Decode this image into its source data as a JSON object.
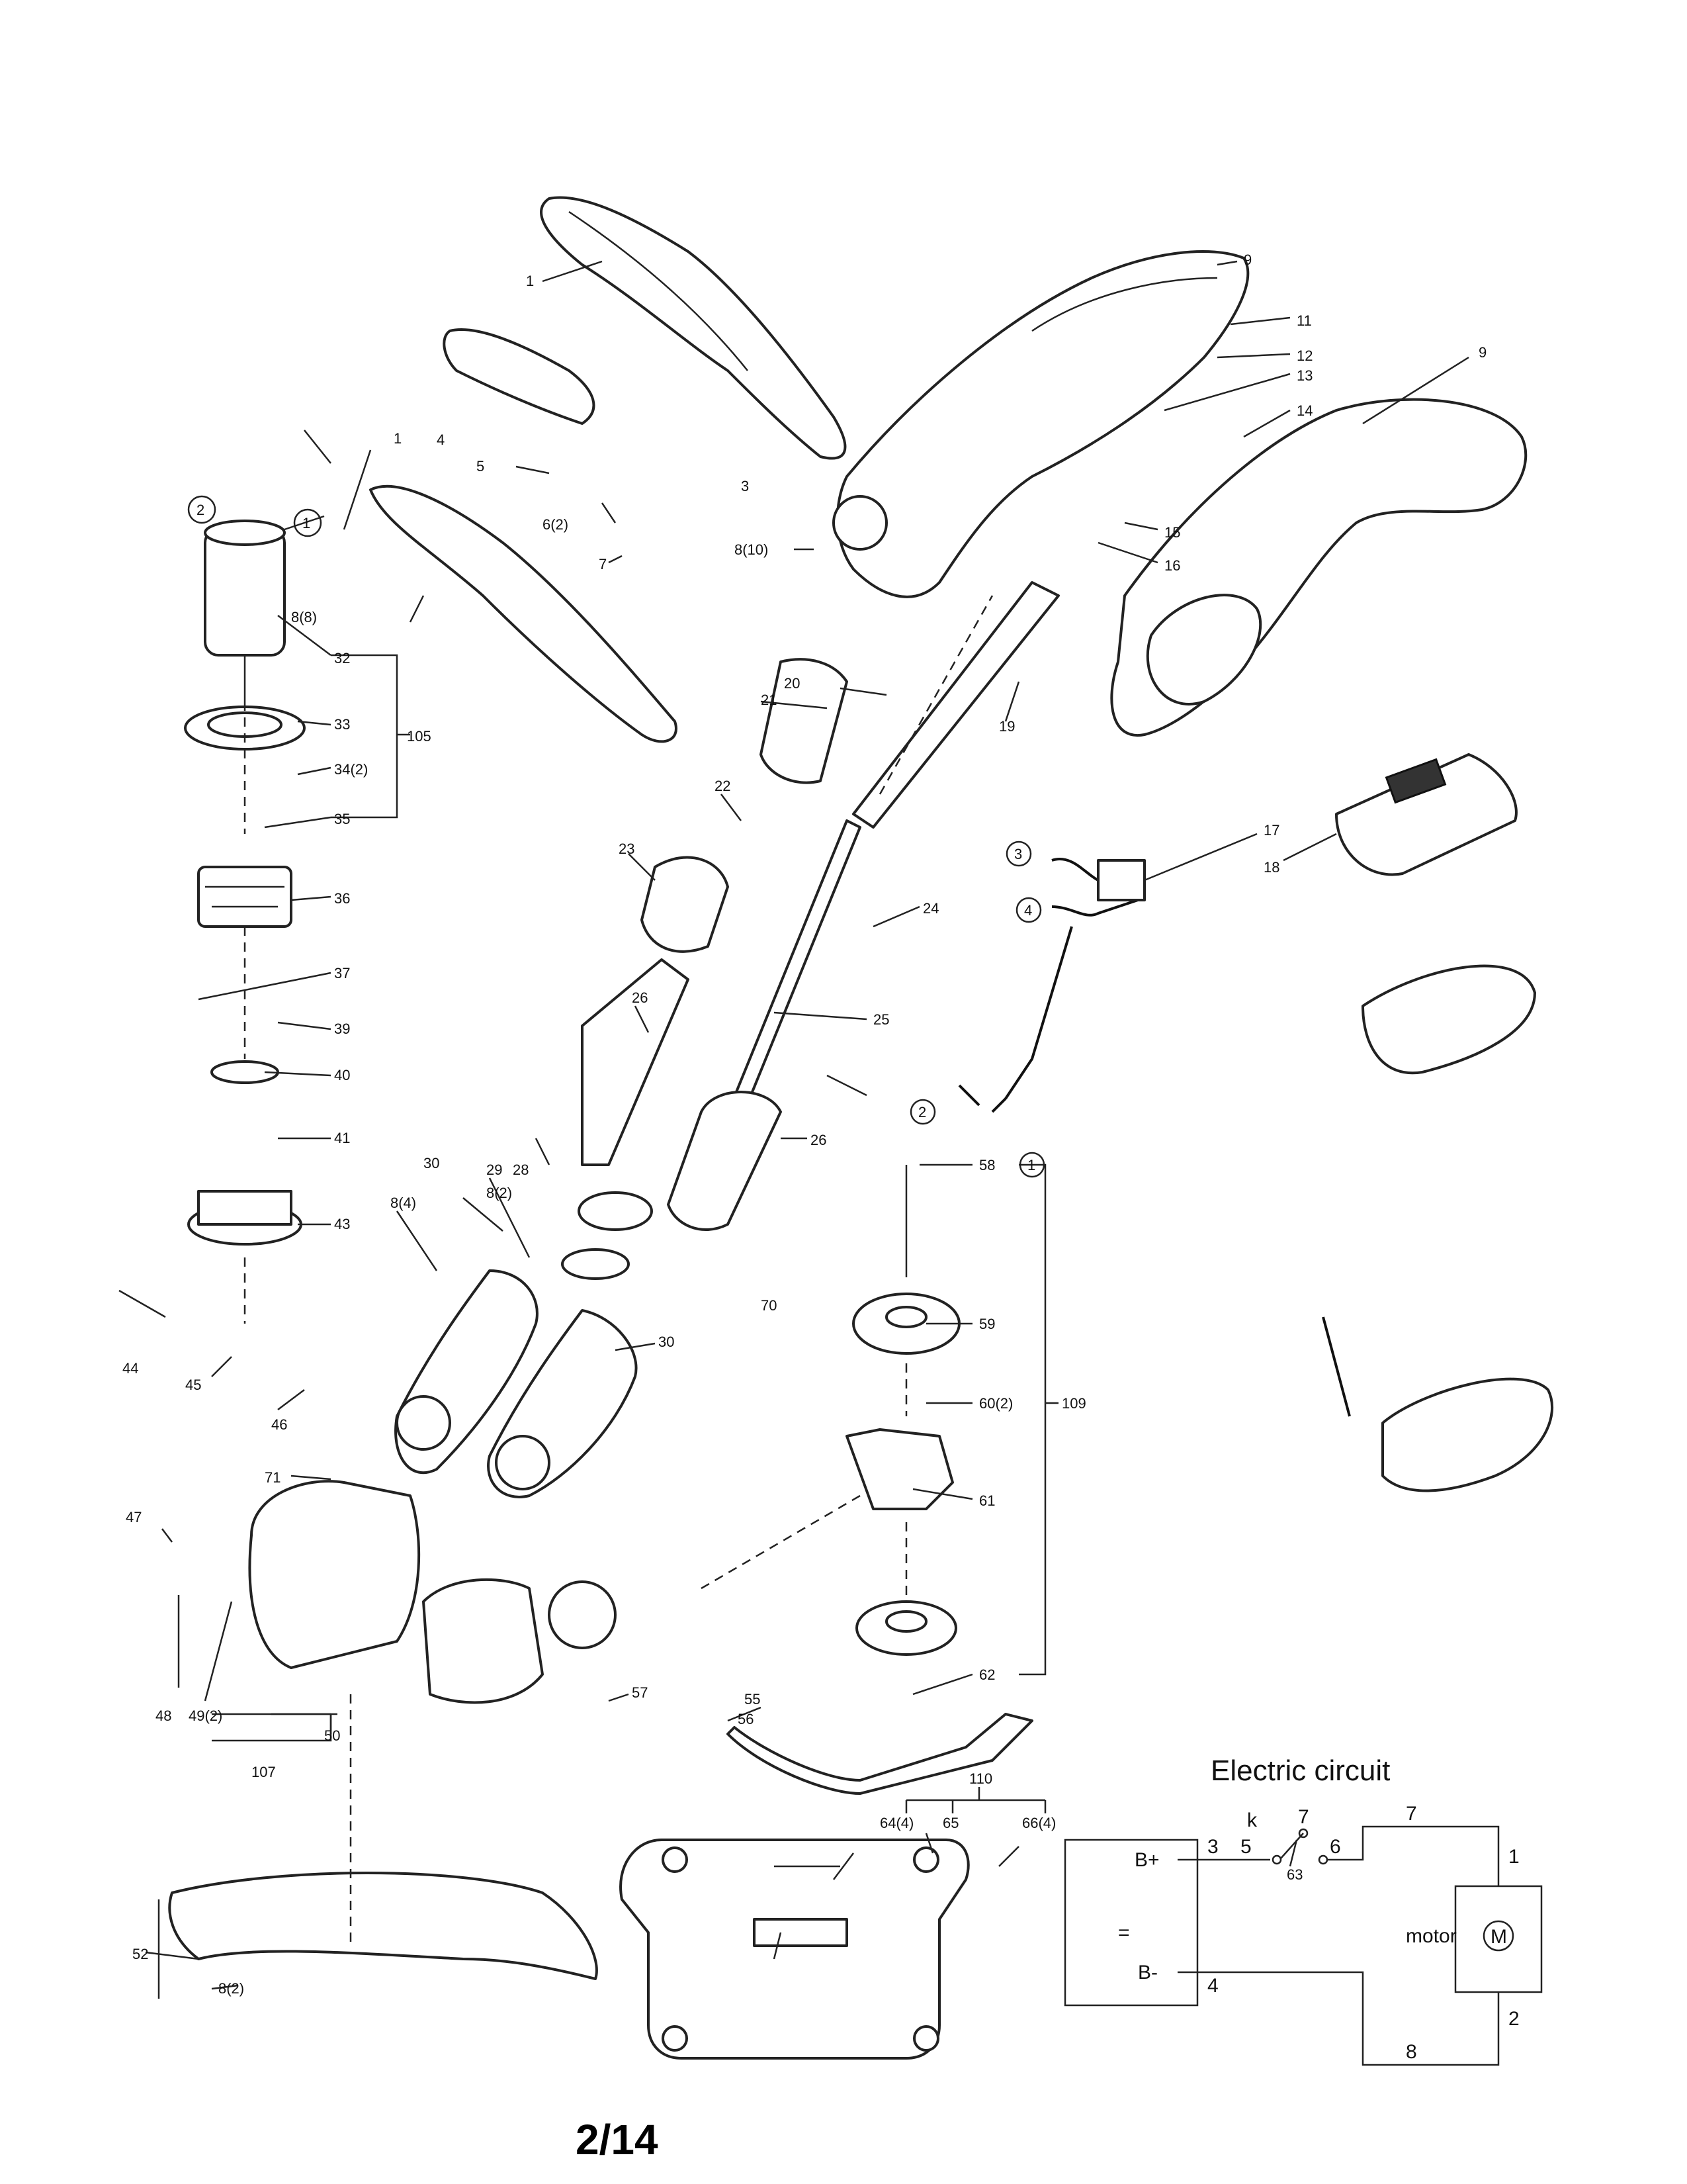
{
  "page_number": "2/14",
  "circuit": {
    "title": "Electric circuit",
    "battery_plus": "B+",
    "battery_minus": "B-",
    "battery_symbol": "=",
    "motor_label": "motor",
    "motor_symbol": "M",
    "switch_label": "k",
    "wire_numbers": [
      "3",
      "5",
      "7",
      "6",
      "7",
      "1",
      "2",
      "4",
      "8"
    ]
  },
  "callouts": {
    "1": [
      "1",
      "1"
    ],
    "2": "2",
    "3": "3",
    "4": "4",
    "5": "5",
    "6": "6(2)",
    "7": "7",
    "8": [
      "8(10)",
      "8(8)",
      "8(2)",
      "8(4)",
      "8(2)"
    ],
    "9": [
      "9",
      "9"
    ],
    "11": "11",
    "12": "12",
    "13": "13",
    "14": "14",
    "15": "15",
    "16": "16",
    "17": "17",
    "18": "18",
    "19": "19",
    "20": "20",
    "21": "21",
    "22": "22",
    "23": "23",
    "24": "24",
    "25": "25",
    "26": [
      "26",
      "26"
    ],
    "28": "28",
    "29": "29",
    "30": [
      "30",
      "30"
    ],
    "32": "32",
    "33": "33",
    "34": "34(2)",
    "35": "35",
    "36": "36",
    "37": "37",
    "39": "39",
    "40": "40",
    "41": "41",
    "43": "43",
    "44": "44",
    "45": "45",
    "46": "46",
    "47": "47",
    "48": "48",
    "49": "49(2)",
    "50": "50",
    "52": "52",
    "55": "55",
    "56": "56",
    "57": "57",
    "58": "58",
    "59": "59",
    "60": "60(2)",
    "61": "61",
    "62": "62",
    "63": "63",
    "64": "64(4)",
    "65": "65",
    "66": "66(4)",
    "70": "70",
    "71": "71",
    "105": "105",
    "107": "107",
    "109": "109",
    "110": "110"
  },
  "wire_markers": [
    "1",
    "2",
    "3",
    "4"
  ]
}
